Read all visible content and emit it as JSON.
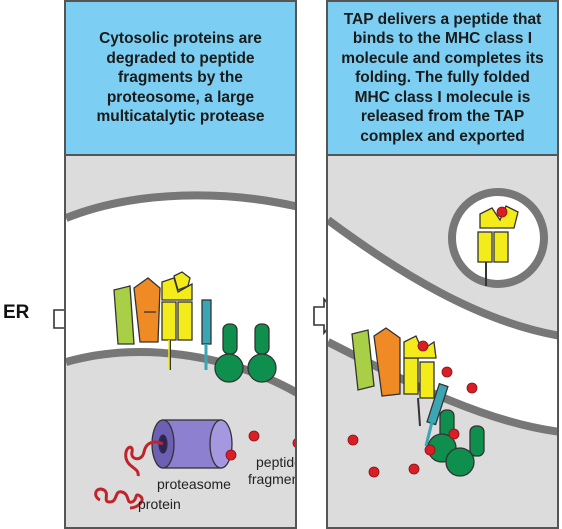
{
  "labels": {
    "er": "ER",
    "proteasome": "proteasome",
    "peptide": "peptide",
    "fragments": "fragments",
    "protein": "protein"
  },
  "panels": [
    {
      "caption": "Cytosolic proteins are\ndegraded to peptide\nfragments by the\nproteosome, a large\nmulticatalytic protease"
    },
    {
      "caption": "TAP delivers a peptide that\nbinds to the MHC class I\nmolecule and completes its\nfolding. The fully folded\nMHC class I molecule is\nreleased from the TAP\ncomplex and exported"
    }
  ],
  "colors": {
    "caption_bg": "#7ccff2",
    "panel_bg": "#dcdcdc",
    "er_lumen": "#ffffff",
    "membrane": "#777777",
    "lime": "#a8cf45",
    "orange": "#f08a24",
    "yellow": "#f4ec1a",
    "teal": "#3aa6b4",
    "green": "#0f8f4d",
    "proteasome": "#8d80d0",
    "peptide": "#d81f26"
  }
}
